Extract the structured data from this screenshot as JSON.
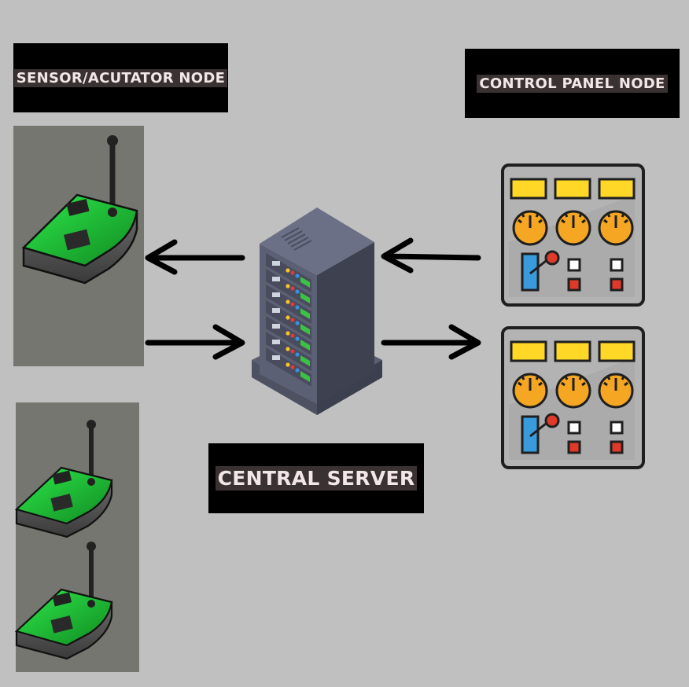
{
  "labels": {
    "sensor_node": "SENSOR/ACUTATOR NODE",
    "control_panel_node": "CONTROL PANEL NODE",
    "central_server": "CENTRAL SERVER"
  },
  "colors": {
    "background": "#c0c0c0",
    "label_box": "#000000",
    "node_panel": "#767670",
    "pcb_green": "#22c33a",
    "server_body": "#4a4d5e",
    "control_panel_body": "#b0b0b0",
    "display_yellow": "#ffd726",
    "gauge_orange": "#f5a623",
    "lever_blue": "#3a9bdc",
    "button_red": "#e03a2a",
    "arrow": "#000000"
  },
  "icons": {
    "sensor_device": "sensor-node-icon",
    "server": "server-rack-icon",
    "control_panel": "control-panel-icon"
  }
}
